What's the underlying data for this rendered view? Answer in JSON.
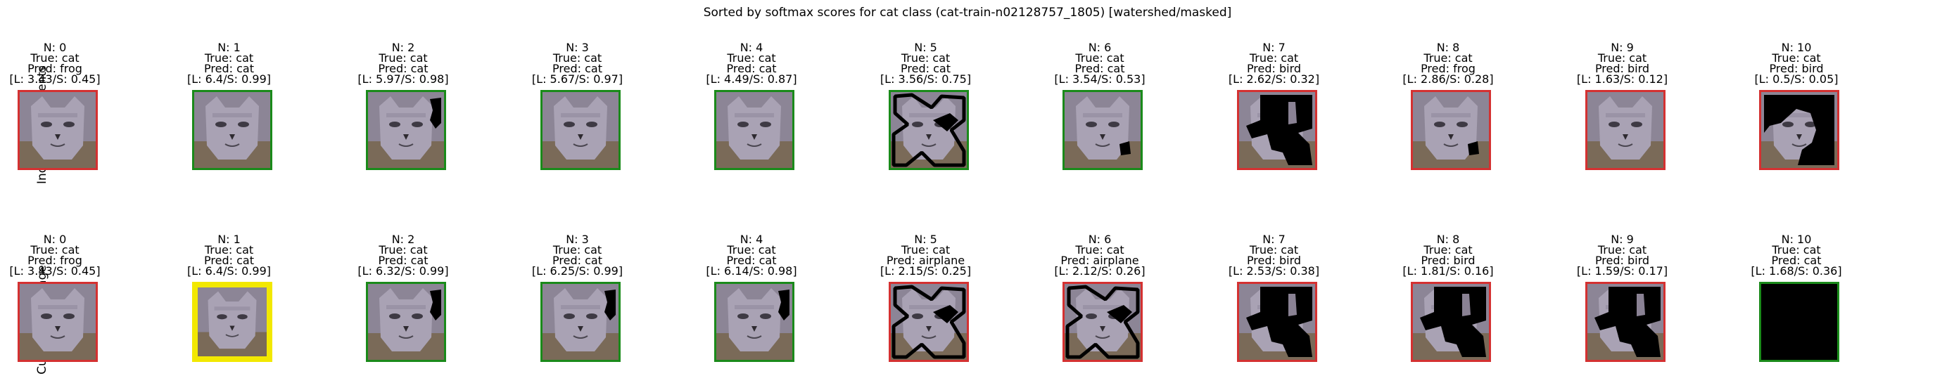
{
  "colors": {
    "wrong_prediction": "#d43131",
    "correct_prediction": "#1a8a1a",
    "highlight": "#f2e800",
    "masked_region": "#000000"
  },
  "chart_data": {
    "type": "image-grid",
    "title": "Sorted by softmax scores for cat class (cat-train-n02128757_1805) [watershed/masked]",
    "rows": [
      {
        "label": "Indvidual Segments",
        "cells": [
          {
            "n": "N: 0",
            "true": "True: cat",
            "pred": "Pred: frog",
            "score": "[L: 3.43/S: 0.45]",
            "frame": "wrong_prediction",
            "mask": "none"
          },
          {
            "n": "N: 1",
            "true": "True: cat",
            "pred": "Pred: cat",
            "score": "[L: 6.4/S: 0.99]",
            "frame": "correct_prediction",
            "mask": "none"
          },
          {
            "n": "N: 2",
            "true": "True: cat",
            "pred": "Pred: cat",
            "score": "[L: 5.97/S: 0.98]",
            "frame": "correct_prediction",
            "mask": "top-right"
          },
          {
            "n": "N: 3",
            "true": "True: cat",
            "pred": "Pred: cat",
            "score": "[L: 5.67/S: 0.97]",
            "frame": "correct_prediction",
            "mask": "none"
          },
          {
            "n": "N: 4",
            "true": "True: cat",
            "pred": "Pred: cat",
            "score": "[L: 4.49/S: 0.87]",
            "frame": "correct_prediction",
            "mask": "none"
          },
          {
            "n": "N: 5",
            "true": "True: cat",
            "pred": "Pred: cat",
            "score": "[L: 3.56/S: 0.75]",
            "frame": "correct_prediction",
            "mask": "outline"
          },
          {
            "n": "N: 6",
            "true": "True: cat",
            "pred": "Pred: cat",
            "score": "[L: 3.54/S: 0.53]",
            "frame": "correct_prediction",
            "mask": "small-right"
          },
          {
            "n": "N: 7",
            "true": "True: cat",
            "pred": "Pred: bird",
            "score": "[L: 2.62/S: 0.32]",
            "frame": "wrong_prediction",
            "mask": "large"
          },
          {
            "n": "N: 8",
            "true": "True: cat",
            "pred": "Pred: frog",
            "score": "[L: 2.86/S: 0.28]",
            "frame": "wrong_prediction",
            "mask": "small-right"
          },
          {
            "n": "N: 9",
            "true": "True: cat",
            "pred": "Pred: bird",
            "score": "[L: 1.63/S: 0.12]",
            "frame": "wrong_prediction",
            "mask": "none"
          },
          {
            "n": "N: 10",
            "true": "True: cat",
            "pred": "Pred: bird",
            "score": "[L: 0.5/S: 0.05]",
            "frame": "wrong_prediction",
            "mask": "mostly"
          }
        ]
      },
      {
        "label": "Cumulative Image",
        "cells": [
          {
            "n": "N: 0",
            "true": "True: cat",
            "pred": "Pred: frog",
            "score": "[L: 3.43/S: 0.45]",
            "frame": "wrong_prediction",
            "mask": "none"
          },
          {
            "n": "N: 1",
            "true": "True: cat",
            "pred": "Pred: cat",
            "score": "[L: 6.4/S: 0.99]",
            "frame": "highlight",
            "mask": "none"
          },
          {
            "n": "N: 2",
            "true": "True: cat",
            "pred": "Pred: cat",
            "score": "[L: 6.32/S: 0.99]",
            "frame": "correct_prediction",
            "mask": "top-right"
          },
          {
            "n": "N: 3",
            "true": "True: cat",
            "pred": "Pred: cat",
            "score": "[L: 6.25/S: 0.99]",
            "frame": "correct_prediction",
            "mask": "top-right"
          },
          {
            "n": "N: 4",
            "true": "True: cat",
            "pred": "Pred: cat",
            "score": "[L: 6.14/S: 0.98]",
            "frame": "correct_prediction",
            "mask": "top-right"
          },
          {
            "n": "N: 5",
            "true": "True: cat",
            "pred": "Pred: airplane",
            "score": "[L: 2.15/S: 0.25]",
            "frame": "wrong_prediction",
            "mask": "outline"
          },
          {
            "n": "N: 6",
            "true": "True: cat",
            "pred": "Pred: airplane",
            "score": "[L: 2.12/S: 0.26]",
            "frame": "wrong_prediction",
            "mask": "outline"
          },
          {
            "n": "N: 7",
            "true": "True: cat",
            "pred": "Pred: bird",
            "score": "[L: 2.53/S: 0.38]",
            "frame": "wrong_prediction",
            "mask": "large"
          },
          {
            "n": "N: 8",
            "true": "True: cat",
            "pred": "Pred: bird",
            "score": "[L: 1.81/S: 0.16]",
            "frame": "wrong_prediction",
            "mask": "large"
          },
          {
            "n": "N: 9",
            "true": "True: cat",
            "pred": "Pred: bird",
            "score": "[L: 1.59/S: 0.17]",
            "frame": "wrong_prediction",
            "mask": "large"
          },
          {
            "n": "N: 10",
            "true": "True: cat",
            "pred": "Pred: cat",
            "score": "[L: 1.68/S: 0.36]",
            "frame": "correct_prediction",
            "mask": "full"
          }
        ]
      }
    ]
  }
}
